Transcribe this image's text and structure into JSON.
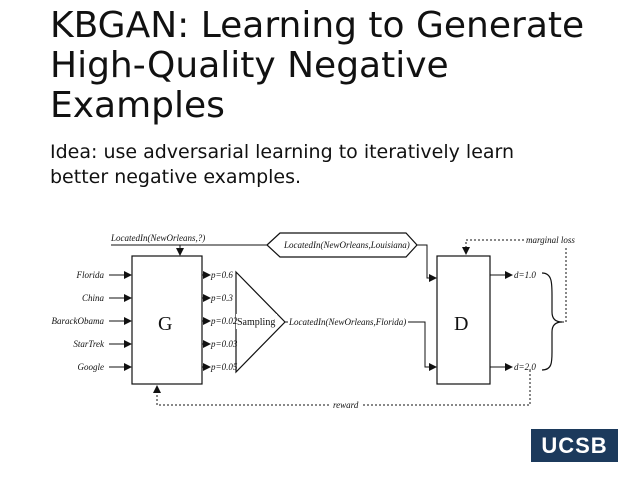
{
  "slide": {
    "title_lines": [
      "KBGAN: Learning to Generate",
      "High-Quality Negative",
      "Examples"
    ],
    "subtitle_lines": [
      "Idea: use adversarial learning to iteratively learn",
      "better negative examples."
    ],
    "logo_text": "UCSB",
    "logo_color": "#1c3a5c"
  },
  "diagram": {
    "generator_label": "G",
    "discriminator_label": "D",
    "top_query": "LocatedIn(NewOrleans,?)",
    "positive_example": "LocatedIn(NewOrleans,Louisiana)",
    "negative_example": "LocatedIn(NewOrleans,Florida)",
    "sampling_label": "Sampling",
    "marginal_loss_label": "marginal loss",
    "reward_label": "reward",
    "candidates": [
      "Florida",
      "China",
      "BarackObama",
      "StarTrek",
      "Google"
    ],
    "probabilities": [
      "p=0.6",
      "p=0.3",
      "p=0.02",
      "p=0.03",
      "p=0.05"
    ],
    "distances": [
      "d=1.0",
      "d=2.0"
    ]
  }
}
